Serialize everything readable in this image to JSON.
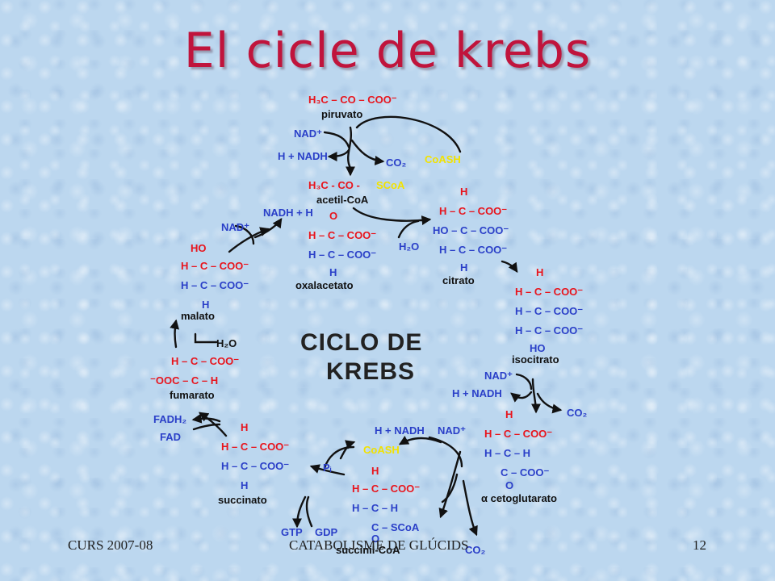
{
  "title": "El cicle de krebs",
  "diagram": {
    "center_line1": "CICLO DE",
    "center_line2": "KREBS",
    "piruvato_formula": "H₃C – CO – COO⁻",
    "piruvato": "piruvato",
    "nad_plus_1": "NAD⁺",
    "h_nadh_1": "H + NADH",
    "co2_1": "CO₂",
    "coash_1": "CoASH",
    "acetilcoa_a": "H₃C - CO -",
    "acetilcoa_b": "SCoA",
    "acetilcoa": "acetil-CoA",
    "citrato_rows": [
      "H",
      "H – C – COO⁻",
      "HO – C – COO⁻",
      "H – C – COO⁻",
      "H"
    ],
    "citrato": "citrato",
    "h2o_1": "H₂O",
    "oxal_rows": [
      "O",
      "H – C – COO⁻",
      "H – C – COO⁻",
      "H"
    ],
    "oxalacetato": "oxalacetato",
    "nad_plus_2": "NAD⁺",
    "nadh_h": "NADH + H",
    "malato_rows": [
      "HO",
      "H – C – COO⁻",
      "H – C – COO⁻",
      "H"
    ],
    "malato": "malato",
    "h2o_2": "H₂O",
    "fumarato_rows": [
      "H – C – COO⁻",
      "⁻OOC – C – H"
    ],
    "fumarato": "fumarato",
    "fadh2": "FADH₂",
    "fad": "FAD",
    "succinato_rows": [
      "H",
      "H – C – COO⁻",
      "H – C – COO⁻",
      "H"
    ],
    "succinato": "succinato",
    "pi": "Pᵢ",
    "gtp": "GTP",
    "gdp": "GDP",
    "h_nadh_3": "H + NADH",
    "nad_plus_3": "NAD⁺",
    "coash_2": "CoASH",
    "succcoa_rows": [
      "H",
      "H – C – COO⁻",
      "H – C – H",
      "C – SCoA",
      "O"
    ],
    "succinilcoa": "succinil-CoA",
    "co2_3": "CO₂",
    "isocitrato_rows": [
      "H",
      "H – C – COO⁻",
      "H – C – COO⁻",
      "H – C – COO⁻",
      "HO"
    ],
    "isocitrato": "isocitrato",
    "nad_plus_4": "NAD⁺",
    "h_nadh_4": "H + NADH",
    "co2_2": "CO₂",
    "ceto_rows": [
      "H",
      "H – C – COO⁻",
      "H – C – H",
      "C – COO⁻",
      "O"
    ],
    "cetoglutarato": "α cetoglutarato"
  },
  "footer": {
    "left": "CURS 2007-08",
    "center": "CATABOLISME DE GLÚCIDS",
    "right": "12"
  }
}
